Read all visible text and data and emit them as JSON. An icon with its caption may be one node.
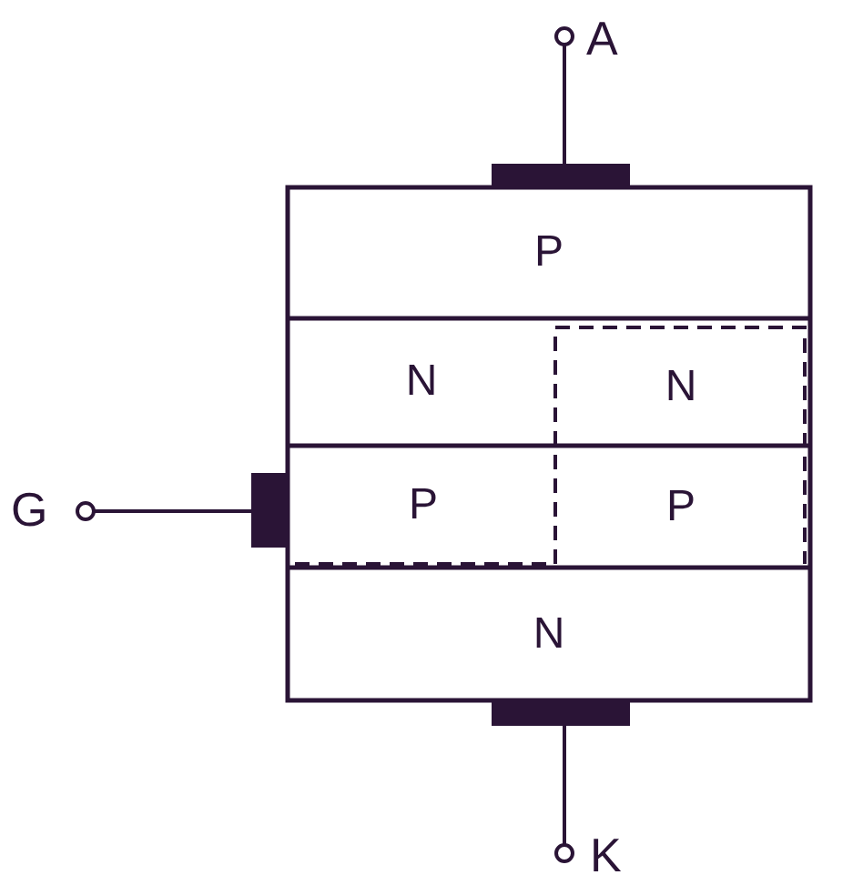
{
  "diagram": {
    "nodes": [
      {
        "text": [
          "P"
        ]
      },
      {
        "text": [
          "N"
        ]
      },
      {
        "text": [
          "N"
        ]
      },
      {
        "text": [
          "P"
        ]
      },
      {
        "text": [
          "P"
        ]
      },
      {
        "text": [
          "N"
        ]
      },
      {
        "text": [
          "A"
        ]
      },
      {
        "text": [
          "G"
        ]
      },
      {
        "text": [
          "K"
        ]
      },
      {
        "text": [],
        "shape": "bar"
      },
      {
        "text": [],
        "shape": "bar"
      },
      {
        "text": [],
        "shape": "bar"
      }
    ],
    "edges": [
      {
        "from": 6,
        "to": 9,
        "arrow": "other"
      },
      {
        "from": 7,
        "to": 10,
        "arrow": "other"
      },
      {
        "from": 8,
        "to": 11,
        "arrow": "other"
      }
    ]
  }
}
